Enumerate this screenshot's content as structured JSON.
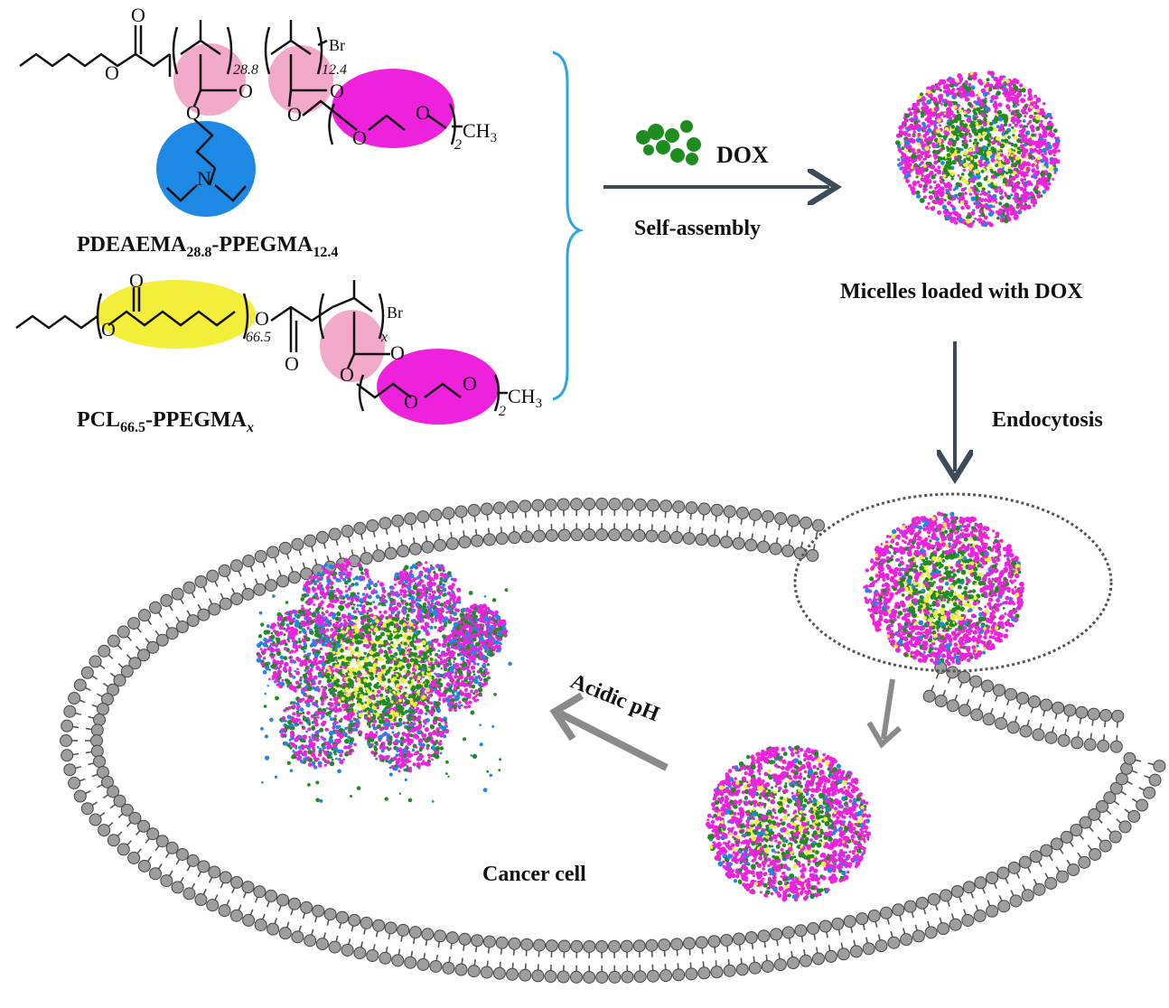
{
  "colors": {
    "background": "#ffffff",
    "pdeaema_blob": "#1e88e5",
    "pegma_blob": "#ee22dd",
    "pcl_blob": "#f3ee3a",
    "methacrylate_blob": "#f2a0c4",
    "dox": "#1e8c1e",
    "arrow_dark": "#3d4a5a",
    "arrow_grey": "#8a8a8a",
    "brace": "#29a8e0",
    "membrane_head": "#9e9e9e"
  },
  "polymer1": {
    "name_main": "PDEAEMA",
    "name_sub1": "28.8",
    "name_mid": "-PPEGMA",
    "name_sub2": "12.4",
    "sub_n1": "28.8",
    "sub_n2": "12.4",
    "br": "Br",
    "o_labels": [
      "O",
      "O",
      "O",
      "O",
      "O",
      "O",
      "O"
    ],
    "n_label": "N",
    "peg_sub": "2",
    "ch3": "CH",
    "ch3_sub": "3"
  },
  "polymer2": {
    "name_main": "PCL",
    "name_sub1": "66.5",
    "name_mid": "-PPEGMA",
    "name_sub2": "x",
    "sub_n1": "66.5",
    "sub_x": "x",
    "br": "Br",
    "o_labels": [
      "O",
      "O",
      "O",
      "O",
      "O",
      "O",
      "O",
      "O"
    ],
    "peg_sub": "2",
    "ch3": "CH",
    "ch3_sub": "3"
  },
  "labels": {
    "dox": "DOX",
    "self_assembly": "Self-assembly",
    "micelles": "Micelles loaded with DOX",
    "endocytosis": "Endocytosis",
    "acidic_ph": "Acidic pH",
    "cancer_cell": "Cancer cell"
  }
}
